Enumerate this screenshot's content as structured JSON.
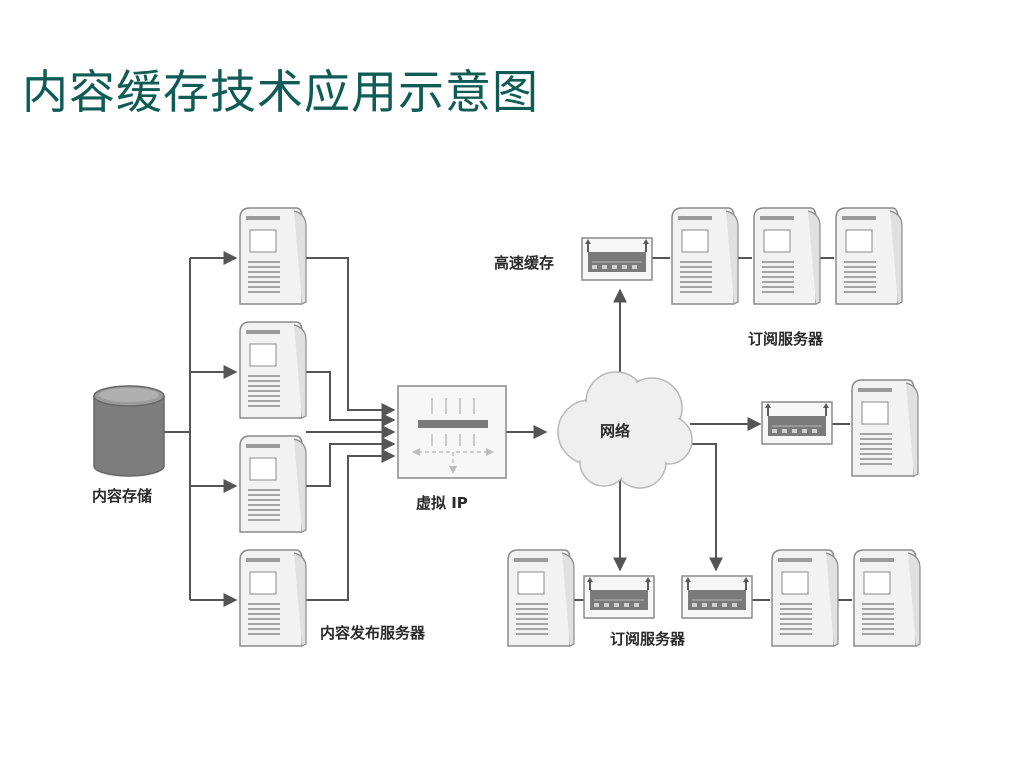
{
  "title": "内容缓存技术应用示意图",
  "labels": {
    "storage": "内容存储",
    "publish_servers": "内容发布服务器",
    "virtual_ip": "虚拟 IP",
    "network": "网络",
    "cache": "高速缓存",
    "subscribe_top": "订阅服务器",
    "subscribe_bottom": "订阅服务器"
  },
  "colors": {
    "title": "#0f5c57",
    "line": "#555555",
    "device_fill": "#f2f2f2",
    "device_stroke": "#8a8a8a",
    "storage_fill": "#7d7d7d",
    "cache_fill": "#7a7a7a"
  }
}
